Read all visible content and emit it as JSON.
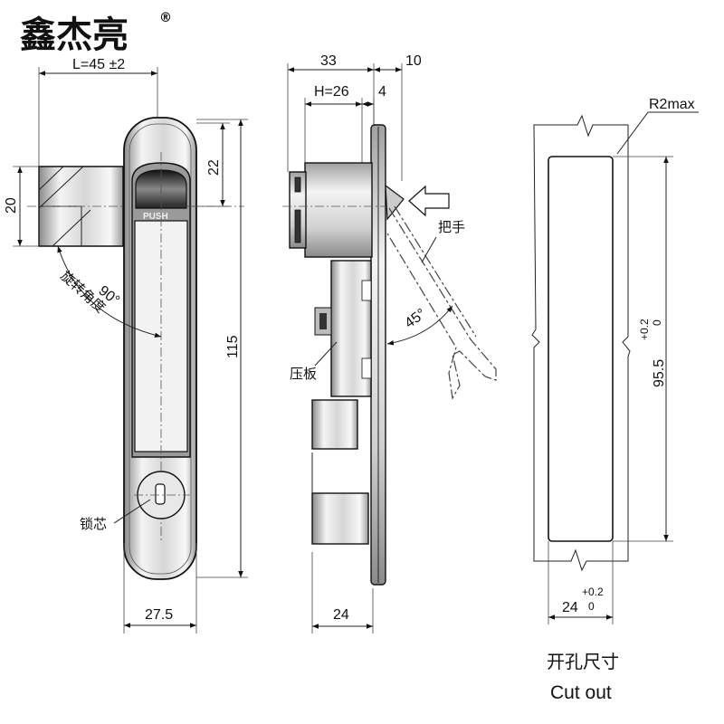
{
  "brand": {
    "name": "鑫杰亮",
    "registered_mark": "®"
  },
  "front_view": {
    "dim_length": "L=45 ±2",
    "dim_height_20": "20",
    "dim_22": "22",
    "dim_115": "115",
    "dim_width": "27.5",
    "rotation_angle": "90°",
    "label_rotation": "旋转角度",
    "push_text": "PUSH",
    "label_lock_core": "锁芯"
  },
  "side_view": {
    "dim_33": "33",
    "dim_10": "10",
    "dim_h": "H=26",
    "dim_4": "4",
    "dim_24": "24",
    "angle": "45°",
    "label_handle": "把手",
    "label_pressure_plate": "压板"
  },
  "cutout_view": {
    "radius": "R2max",
    "dim_height": "95.5",
    "dim_height_tol_upper": "+0.2",
    "dim_height_tol_lower": "0",
    "dim_width": "24",
    "dim_width_tol_upper": "+0.2",
    "dim_width_tol_lower": "0",
    "caption_cn": "开孔尺寸",
    "caption_en": "Cut out"
  }
}
